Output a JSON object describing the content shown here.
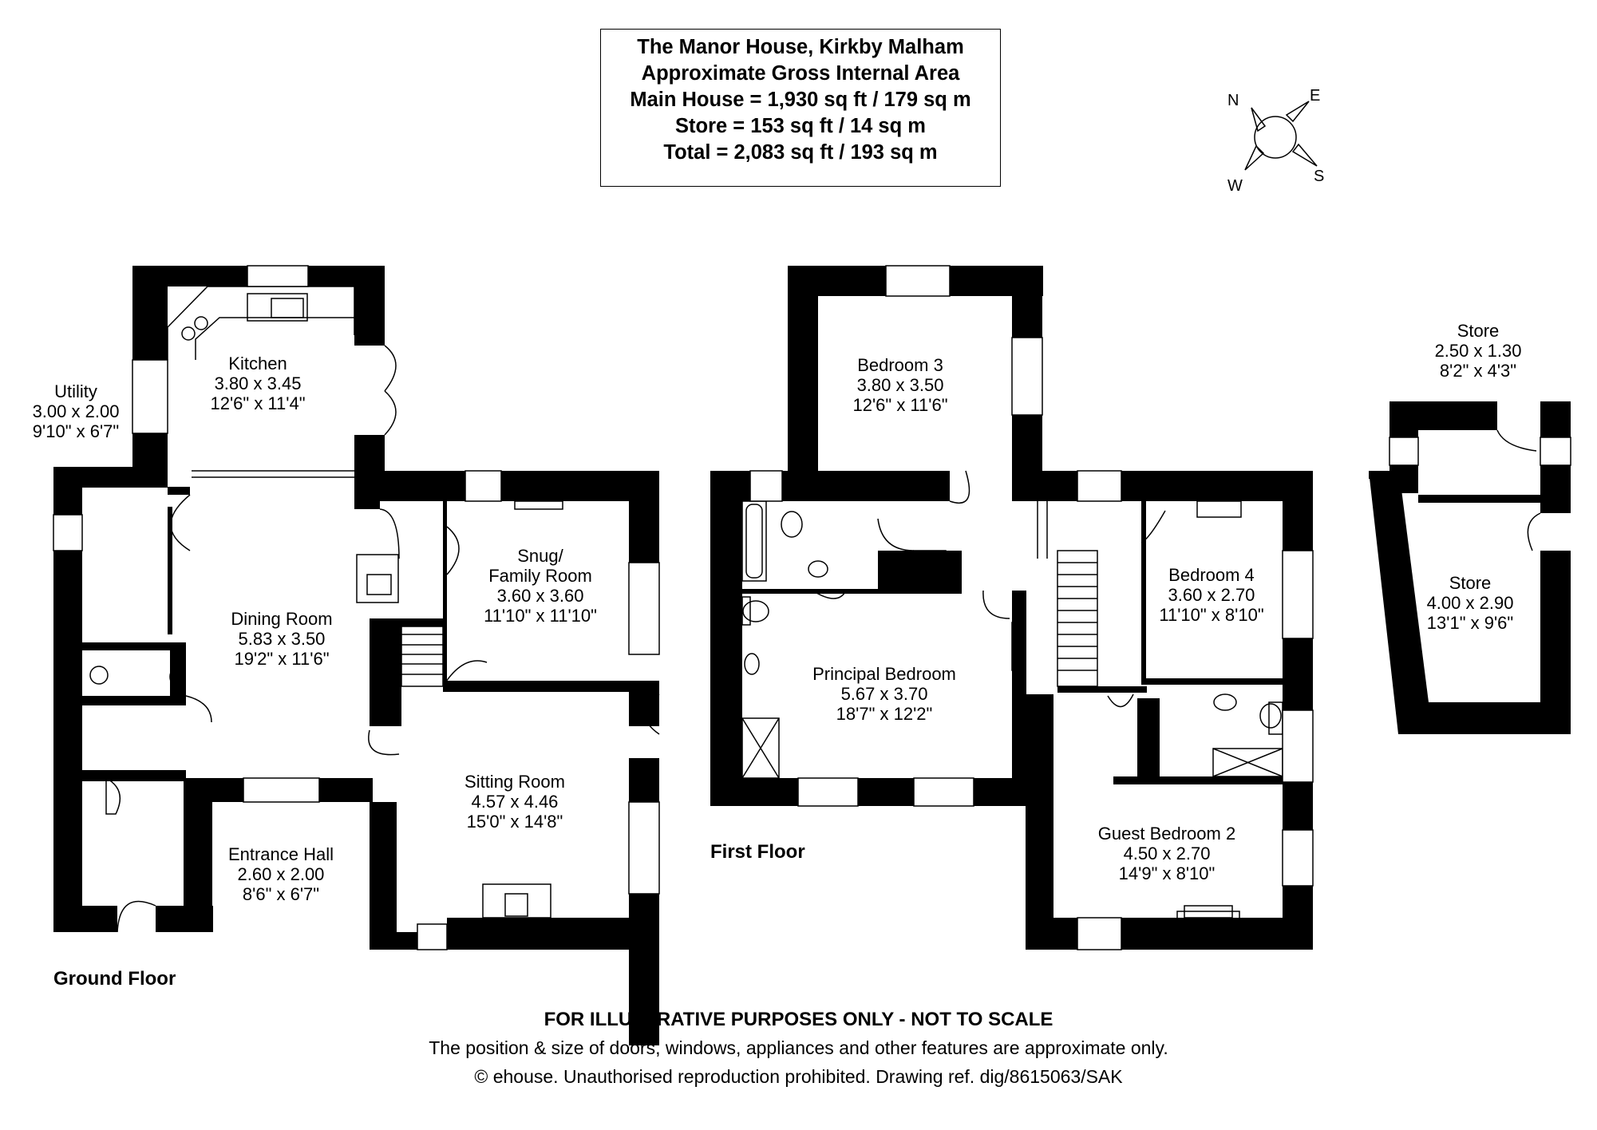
{
  "header": {
    "line1": "The Manor House, Kirkby Malham",
    "line2": "Approximate Gross Internal Area",
    "line3": "Main House = 1,930 sq ft / 179 sq m",
    "line4": "Store = 153 sq ft / 14 sq m",
    "line5": "Total = 2,083 sq ft / 193 sq m"
  },
  "compass": {
    "n": "N",
    "e": "E",
    "s": "S",
    "w": "W"
  },
  "floors": {
    "ground": "Ground Floor",
    "first": "First Floor"
  },
  "rooms": {
    "kitchen": {
      "name": "Kitchen",
      "metric": "3.80 x 3.45",
      "imperial": "12'6\" x 11'4\""
    },
    "utility": {
      "name": "Utility",
      "metric": "3.00 x 2.00",
      "imperial": "9'10\" x 6'7\""
    },
    "dining": {
      "name": "Dining Room",
      "metric": "5.83 x 3.50",
      "imperial": "19'2\" x 11'6\""
    },
    "snug": {
      "name": "Snug/",
      "name2": "Family Room",
      "metric": "3.60 x 3.60",
      "imperial": "11'10\" x 11'10\""
    },
    "sitting": {
      "name": "Sitting Room",
      "metric": "4.57 x 4.46",
      "imperial": "15'0\" x 14'8\""
    },
    "entrance": {
      "name": "Entrance Hall",
      "metric": "2.60 x 2.00",
      "imperial": "8'6\" x 6'7\""
    },
    "bedroom3": {
      "name": "Bedroom 3",
      "metric": "3.80 x 3.50",
      "imperial": "12'6\" x 11'6\""
    },
    "principal": {
      "name": "Principal Bedroom",
      "metric": "5.67 x 3.70",
      "imperial": "18'7\" x 12'2\""
    },
    "bedroom4": {
      "name": "Bedroom 4",
      "metric": "3.60 x 2.70",
      "imperial": "11'10\" x 8'10\""
    },
    "guest2": {
      "name": "Guest Bedroom 2",
      "metric": "4.50 x 2.70",
      "imperial": "14'9\" x 8'10\""
    },
    "store_small": {
      "name": "Store",
      "metric": "2.50 x 1.30",
      "imperial": "8'2\" x 4'3\""
    },
    "store_large": {
      "name": "Store",
      "metric": "4.00 x 2.90",
      "imperial": "13'1\" x 9'6\""
    }
  },
  "footer": {
    "line1": "FOR ILLUSTRATIVE PURPOSES ONLY - NOT TO SCALE",
    "line2": "The position & size of doors, windows, appliances and other features are approximate only.",
    "line3": "© ehouse. Unauthorised reproduction prohibited. Drawing ref. dig/8615063/SAK"
  }
}
